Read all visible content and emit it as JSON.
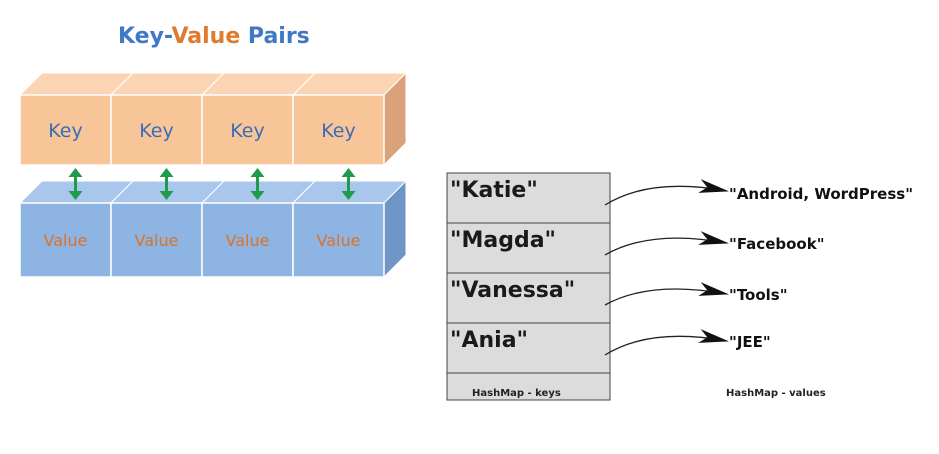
{
  "title": {
    "part1": "Key-",
    "part2": "Value",
    "part3": " Pairs",
    "colors": {
      "blue": "#3f78c6",
      "orange": "#e07a2c"
    }
  },
  "cubes": {
    "key_label": "Key",
    "value_label": "Value",
    "count": 4,
    "colors": {
      "key_front": "#f8c598",
      "key_top": "#fbd5b3",
      "key_side": "#d9a27a",
      "value_front": "#8eb4e3",
      "value_top": "#a9c6ec",
      "value_side": "#6f95c6",
      "arrow": "#1f9b4b"
    }
  },
  "hashmap": {
    "keys": [
      "\"Katie\"",
      "\"Magda\"",
      "\"Vanessa\"",
      "\"Ania\""
    ],
    "values": [
      "\"Android, WordPress\"",
      "\"Facebook\"",
      "\"Tools\"",
      "\"JEE\""
    ],
    "keys_caption": "HashMap - keys",
    "values_caption": "HashMap - values",
    "box_fill": "#dcdcdc"
  }
}
